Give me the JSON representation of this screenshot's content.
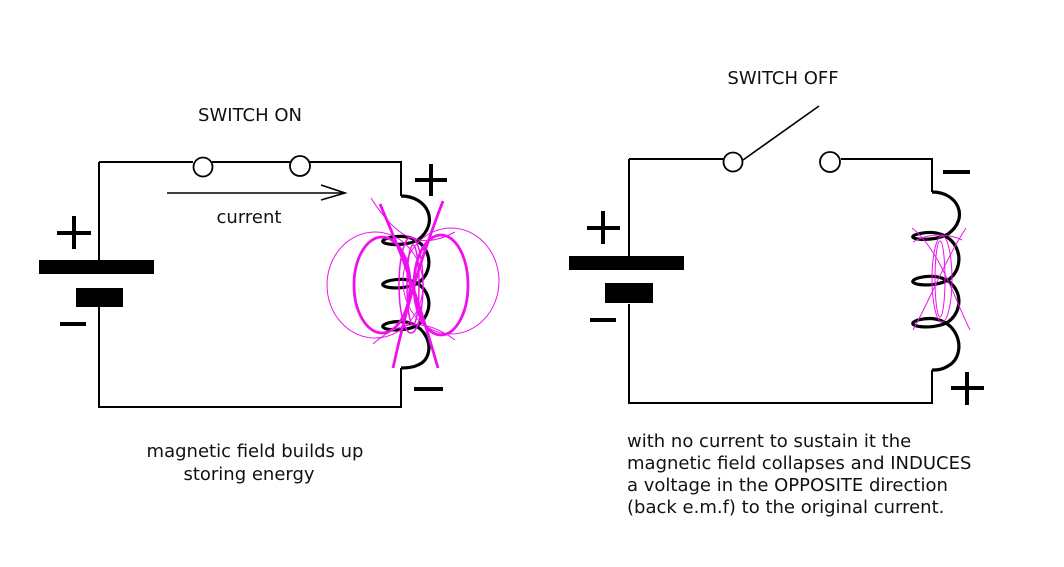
{
  "left": {
    "title": "SWITCH ON",
    "current_label": "current",
    "caption": [
      "magnetic field builds up",
      "storing energy"
    ]
  },
  "right": {
    "title": "SWITCH OFF",
    "caption": [
      "with no current to sustain it the",
      "magnetic field collapses and INDUCES",
      "a voltage in the OPPOSITE direction",
      "(back e.m.f) to the original current."
    ]
  },
  "colors": {
    "field": "#ee11ee",
    "wire": "#000000"
  }
}
